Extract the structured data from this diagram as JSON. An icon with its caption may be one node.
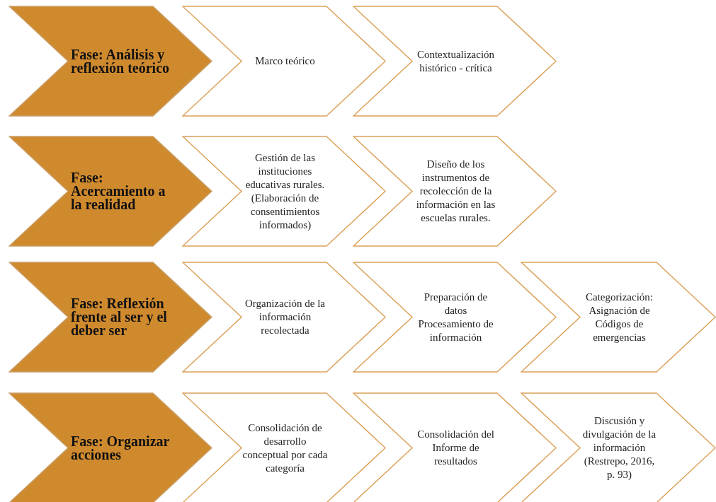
{
  "diagram": {
    "nodes": [
      {
        "text": [
          "Fase: Análisis y reflexión teórico"
        ]
      },
      {
        "text": [
          "Marco teórico"
        ]
      },
      {
        "text": [
          "Contextualización histórico - crítica"
        ]
      },
      {
        "text": [
          "Fase: Acercamiento a la realidad"
        ]
      },
      {
        "text": [
          "Gestión de las instituciones educativas rurales. (Elaboración de consentimientos informados)"
        ]
      },
      {
        "text": [
          "Diseño de los instrumentos de recolección de la información en las escuelas rurales."
        ]
      },
      {
        "text": [
          "Fase: Reflexión frente al ser y el deber ser"
        ]
      },
      {
        "text": [
          "Organización de la información recolectada"
        ]
      },
      {
        "text": [
          "Preparación de datos Procesamiento de información"
        ]
      },
      {
        "text": [
          "Categorización: Asignación de Códigos de emergencias"
        ]
      },
      {
        "text": [
          "Fase: Organizar acciones"
        ]
      },
      {
        "text": [
          "Consolidación de desarrollo conceptual por cada categoría"
        ]
      },
      {
        "text": [
          "Consolidación del Informe de resultados"
        ]
      },
      {
        "text": [
          "Discusión y divulgación de la información (Restrepo, 2016, p. 93)"
        ]
      }
    ]
  }
}
